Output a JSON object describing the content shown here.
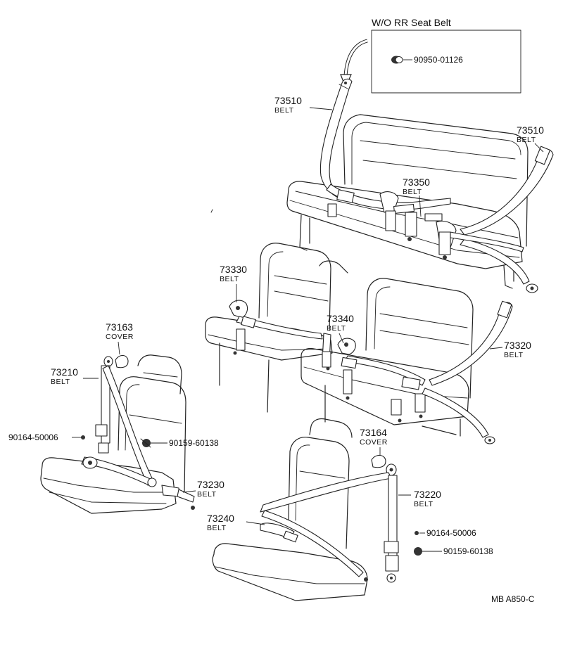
{
  "header": {
    "title": "W/O  RR Seat Belt"
  },
  "inset": {
    "part_number": "90950-01126"
  },
  "labels": {
    "l_73510_left": {
      "number": "73510",
      "name": "BELT"
    },
    "l_73510_right": {
      "number": "73510",
      "name": "BELT"
    },
    "l_73350": {
      "number": "73350",
      "name": "BELT"
    },
    "l_73330": {
      "number": "73330",
      "name": "BELT"
    },
    "l_73340": {
      "number": "73340",
      "name": "BELT"
    },
    "l_73320": {
      "number": "73320",
      "name": "BELT"
    },
    "l_73163": {
      "number": "73163",
      "name": "COVER"
    },
    "l_73210": {
      "number": "73210",
      "name": "BELT"
    },
    "l_73230": {
      "number": "73230",
      "name": "BELT"
    },
    "l_73164": {
      "number": "73164",
      "name": "COVER"
    },
    "l_73220": {
      "number": "73220",
      "name": "BELT"
    },
    "l_73240": {
      "number": "73240",
      "name": "BELT"
    }
  },
  "part_numbers": {
    "p_90164_left": "90164-50006",
    "p_90159_left": "90159-60138",
    "p_90164_right": "90164-50006",
    "p_90159_right": "90159-60138"
  },
  "footer": {
    "code": "MB  A850-C"
  }
}
